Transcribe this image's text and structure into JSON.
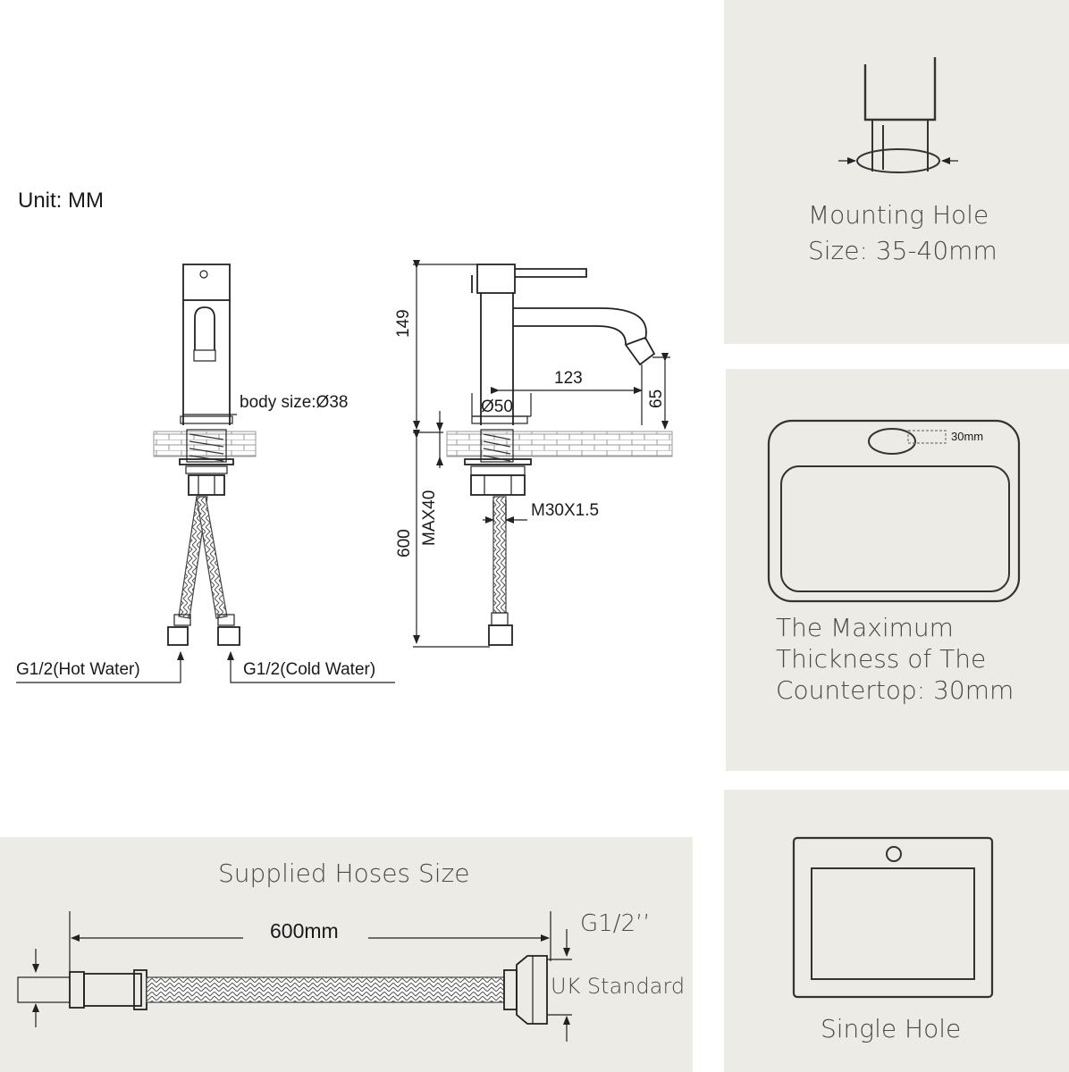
{
  "drawing": {
    "unit": "Unit: MM",
    "body_size": "body size:Ø38",
    "base_diameter": "Ø50",
    "height": "149",
    "spout_reach": "123",
    "spout_height": "65",
    "max_thickness": "MAX40",
    "hose_length": "600",
    "thread": "M30X1.5",
    "hot_water": "G1/2(Hot Water)",
    "cold_water": "G1/2(Cold Water)"
  },
  "mounting_hole": {
    "line1": "Mounting Hole",
    "line2": "Size: 35-40mm"
  },
  "countertop": {
    "dim_label": "30mm",
    "line1": "The Maximum",
    "line2": "Thickness of The",
    "line3": "Countertop: 30mm"
  },
  "single_hole": {
    "caption": "Single Hole"
  },
  "hoses": {
    "title": "Supplied Hoses Size",
    "length": "600mm",
    "thread": "G1/2’’",
    "standard": "UK Standard"
  }
}
